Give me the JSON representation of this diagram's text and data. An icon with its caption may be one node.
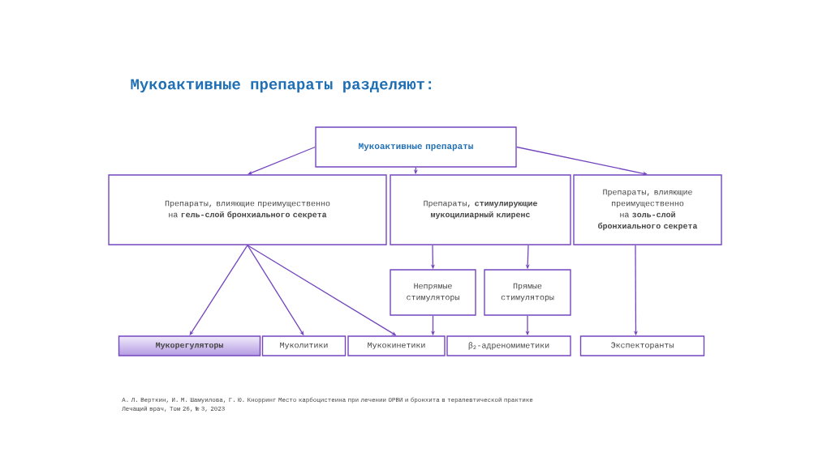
{
  "diagram": {
    "title": "Мукоактивные препараты разделяют:",
    "nodes": [
      {
        "text": [
          "Мукоактивные препараты"
        ]
      },
      {
        "text": [
          "Препараты, влияющие преимущественно на **гель-слой бронхиального секрета**"
        ]
      },
      {
        "text": [
          "Препараты, **стимулирующие мукоцилиарный клиренс**"
        ]
      },
      {
        "text": [
          "Препараты, влияющие преимущественно на **золь-слой бронхиального секрета**"
        ]
      },
      {
        "text": [
          "Непрямые стимуляторы"
        ]
      },
      {
        "text": [
          "Прямые стимуляторы"
        ]
      },
      {
        "text": [
          "Мукорегуляторы"
        ]
      },
      {
        "text": [
          "Муколитики"
        ]
      },
      {
        "text": [
          "Мукокинетики"
        ]
      },
      {
        "text": [
          "β$_{2}$-адреномиметики"
        ]
      },
      {
        "text": [
          "Экспекторанты"
        ]
      }
    ],
    "edges": [
      {
        "from": 0,
        "to": 1,
        "arrow": "to"
      },
      {
        "from": 0,
        "to": 2,
        "arrow": "to"
      },
      {
        "from": 0,
        "to": 3,
        "arrow": "to"
      },
      {
        "from": 1,
        "to": 6,
        "arrow": "to"
      },
      {
        "from": 1,
        "to": 7,
        "arrow": "to"
      },
      {
        "from": 1,
        "to": 8,
        "arrow": "to"
      },
      {
        "from": 2,
        "to": 4,
        "arrow": "to"
      },
      {
        "from": 2,
        "to": 5,
        "arrow": "to"
      },
      {
        "from": 4,
        "to": 8,
        "arrow": "to"
      },
      {
        "from": 5,
        "to": 9,
        "arrow": "to"
      },
      {
        "from": 3,
        "to": 10,
        "arrow": "to"
      }
    ],
    "labels": [
      "А. Л. Верткин, И. М. Шамуилова, Г. Ю. Кнорринг Место карбоцистеина при лечении ОРВИ и бронхита в терапевтической практике",
      "Лечащий врач, Том 26, № 3, 2023"
    ]
  }
}
